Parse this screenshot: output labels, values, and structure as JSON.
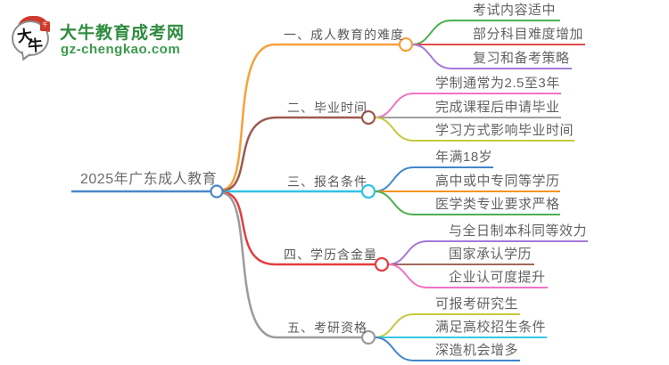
{
  "logo": {
    "title": "大牛教育成考网",
    "domain": "gz-chengkao.com",
    "mark_char_top": "大",
    "mark_char_bottom": "牛",
    "brand_green": "#2e8b3f",
    "domain_green": "#3a9a4a",
    "seal_red": "#cf3a2b"
  },
  "root": {
    "label": "2025年广东成人教育",
    "color": "#4a86c8"
  },
  "branches": [
    {
      "label": "一、成人教育的难度",
      "color": "#f7a13c",
      "children": [
        {
          "text": "考试内容适中",
          "color": "#4caf50"
        },
        {
          "text": "部分科目难度增加",
          "color": "#e24c4c"
        },
        {
          "text": "复习和备考策略",
          "color": "#a678d8"
        }
      ]
    },
    {
      "label": "二、毕业时间",
      "color": "#9c5a50",
      "children": [
        {
          "text": "学制通常为2.5至3年",
          "color": "#f173c3"
        },
        {
          "text": "完成课程后申请毕业",
          "color": "#a0a0a0"
        },
        {
          "text": "学习方式影响毕业时间",
          "color": "#c6c93d"
        }
      ]
    },
    {
      "label": "三、报名条件",
      "color": "#2fc2e8",
      "children": [
        {
          "text": "年满18岁",
          "color": "#3f87cb"
        },
        {
          "text": "高中或中专同等学历",
          "color": "#f7941e"
        },
        {
          "text": "医学类专业要求严格",
          "color": "#4caf50"
        }
      ]
    },
    {
      "label": "四、学历含金量",
      "color": "#e23e3e",
      "children": [
        {
          "text": "与全日制本科同等效力",
          "color": "#a678d8"
        },
        {
          "text": "国家承认学历",
          "color": "#a2685c"
        },
        {
          "text": "企业认可度提升",
          "color": "#f173c3"
        }
      ]
    },
    {
      "label": "五、考研资格",
      "color": "#9b9b9b",
      "children": [
        {
          "text": "可报考研究生",
          "color": "#c6c93d"
        },
        {
          "text": "满足高校招生条件",
          "color": "#35c8e8"
        },
        {
          "text": "深造机会增多",
          "color": "#3f87cb"
        }
      ]
    }
  ]
}
